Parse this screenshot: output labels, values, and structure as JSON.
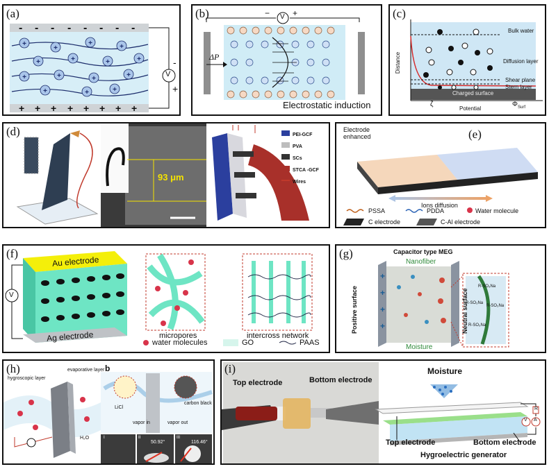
{
  "panels": {
    "a": {
      "label": "(a)",
      "sign_minus": "-",
      "sign_plus": "+",
      "meter": "V"
    },
    "b": {
      "label": "(b)",
      "pressure": "ΔP",
      "meter": "V",
      "sign_minus": "−",
      "sign_plus": "+",
      "caption": "Electrostatic induction"
    },
    "c": {
      "label": "(c)",
      "bulk": "Bulk water",
      "diffusion": "Diffusion layer",
      "shear": "Shear plane",
      "stern": "Stern layer",
      "charged": "Charged surface",
      "y_axis": "Distance",
      "x_axis": "Potential",
      "zeta": "ζ",
      "phi": "Φ",
      "phi_sub": "Surf"
    },
    "d": {
      "label": "(d)",
      "thickness": "93 μm",
      "legend": [
        "PEI-GCF",
        "PVA",
        "SCs",
        "STCA -GCF",
        "Wires"
      ]
    },
    "e": {
      "label": "(e)",
      "title_line1": "Electrode",
      "title_line2": "enhanced",
      "diffusion": "Ions diffusion",
      "legend": [
        "PSSA",
        "PDDA",
        "Water molecule",
        "C electrode",
        "C-Al electrode"
      ]
    },
    "f": {
      "label": "(f)",
      "top": "Au electrode",
      "bottom": "Ag electrode",
      "meter": "V",
      "micropores": "micropores",
      "network": "intercross network",
      "legend": [
        "water molecules",
        "GO",
        "PAAS"
      ]
    },
    "g": {
      "label": "(g)",
      "title": "Capacitor type MEG",
      "top": "Nanofiber",
      "bottom": "Moisture",
      "left": "Positive surface",
      "right": "Neutral surface",
      "groups": [
        "R-SO₃Na",
        "R-SO₃Na",
        "R-SO₃Na",
        "R-SO₃Na"
      ]
    },
    "h": {
      "label": "(h)",
      "sub": "b",
      "hygro": "hygroscopic layer",
      "evap": "evaporative layer",
      "water": "H₂O",
      "licl": "LiCl",
      "carbon": "carbon black",
      "vin": "vapor in",
      "vout": "vapor out",
      "angle1": "50.92°",
      "angle2": "116.46°",
      "roman": [
        "I",
        "II",
        "III"
      ]
    },
    "i": {
      "label": "(i)",
      "top_el": "Top electrode",
      "bottom_el": "Bottom electrode",
      "moisture": "Moisture",
      "top_el2": "Top electrode",
      "bottom_el2": "Bottom electrode",
      "generator": "Hygroelectric generator",
      "meter_v": "V",
      "meter_r": "R",
      "meter_a": "A"
    }
  }
}
